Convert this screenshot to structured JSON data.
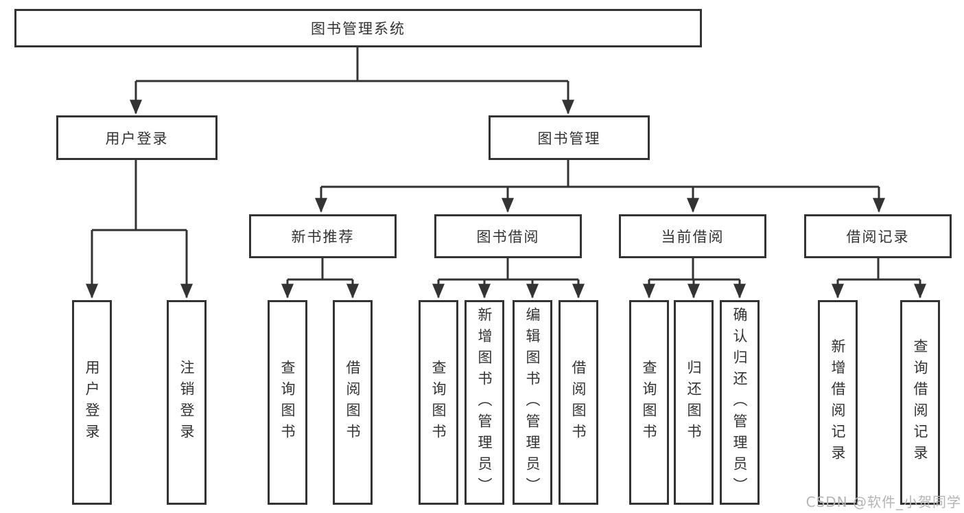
{
  "diagram": {
    "title": "图书管理系统",
    "user_login": {
      "label": "用户登录",
      "children": [
        "用户登录",
        "注销登录"
      ]
    },
    "book_management": {
      "label": "图书管理",
      "sections": [
        {
          "label": "新书推荐",
          "children": [
            "查询图书",
            "借阅图书"
          ]
        },
        {
          "label": "图书借阅",
          "children": [
            "查询图书",
            "新增图书（管理员）",
            "编辑图书（管理员）",
            "借阅图书"
          ]
        },
        {
          "label": "当前借阅",
          "children": [
            "查询图书",
            "归还图书",
            "确认归还（管理员）"
          ]
        },
        {
          "label": "借阅记录",
          "children": [
            "新增借阅记录",
            "查询借阅记录"
          ]
        }
      ]
    },
    "line_color": "#333333"
  },
  "watermark": "CSDN @软件_小贺同学"
}
